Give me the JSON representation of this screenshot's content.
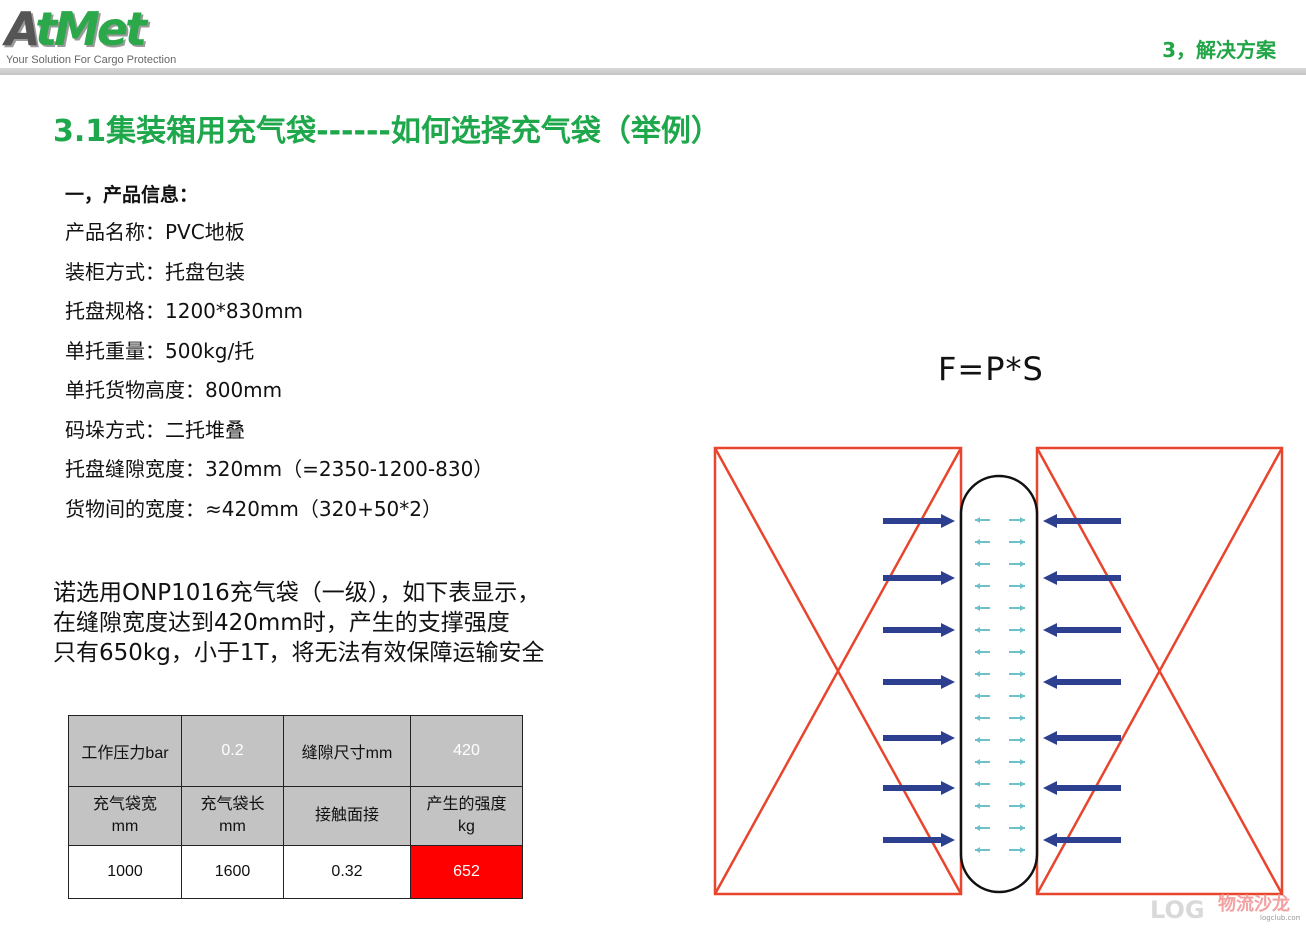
{
  "header": {
    "logo_text_a": "A",
    "logo_text_rest": "tMet",
    "tagline": "Your Solution For Cargo Protection",
    "section_label": "3，解决方案"
  },
  "page": {
    "title": "3.1集装箱用充气袋------如何选择充气袋（举例）"
  },
  "product_info": {
    "heading": "一，产品信息：",
    "items": [
      "产品名称：PVC地板",
      "装柜方式：托盘包装",
      "托盘规格：1200*830mm",
      "单托重量：500kg/托",
      "单托货物高度：800mm",
      "码垛方式：二托堆叠",
      "托盘缝隙宽度：320mm（=2350-1200-830）",
      "货物间的宽度：≈420mm（320+50*2）"
    ]
  },
  "note": {
    "lines": [
      "诺选用ONP1016充气袋（一级），如下表显示，",
      "在缝隙宽度达到420mm时，产生的支撑强度",
      "只有650kg，小于1T，将无法有效保障运输安全"
    ]
  },
  "formula": "F=P*S",
  "table": {
    "row1": [
      "工作压力bar",
      "0.2",
      "缝隙尺寸mm",
      "420"
    ],
    "row2": [
      "充气袋宽\nmm",
      "充气袋长\nmm",
      "接触面接",
      "产生的强度\nkg"
    ],
    "row2_lines": [
      [
        "充气袋宽",
        "mm"
      ],
      [
        "充气袋长",
        "mm"
      ],
      [
        "接触面接"
      ],
      [
        "产生的强度",
        "kg"
      ]
    ],
    "row3": [
      "1000",
      "1600",
      "0.32",
      "652"
    ]
  },
  "watermark": {
    "logo": "LOG",
    "text": "物流沙龙",
    "url": "logclub.com"
  },
  "colors": {
    "brand_green": "#1ea84b",
    "box_outline": "#e8452c",
    "arrow_blue": "#2d3f8f",
    "small_arrow": "#6cc2c8",
    "highlight_red": "#ff0000"
  }
}
